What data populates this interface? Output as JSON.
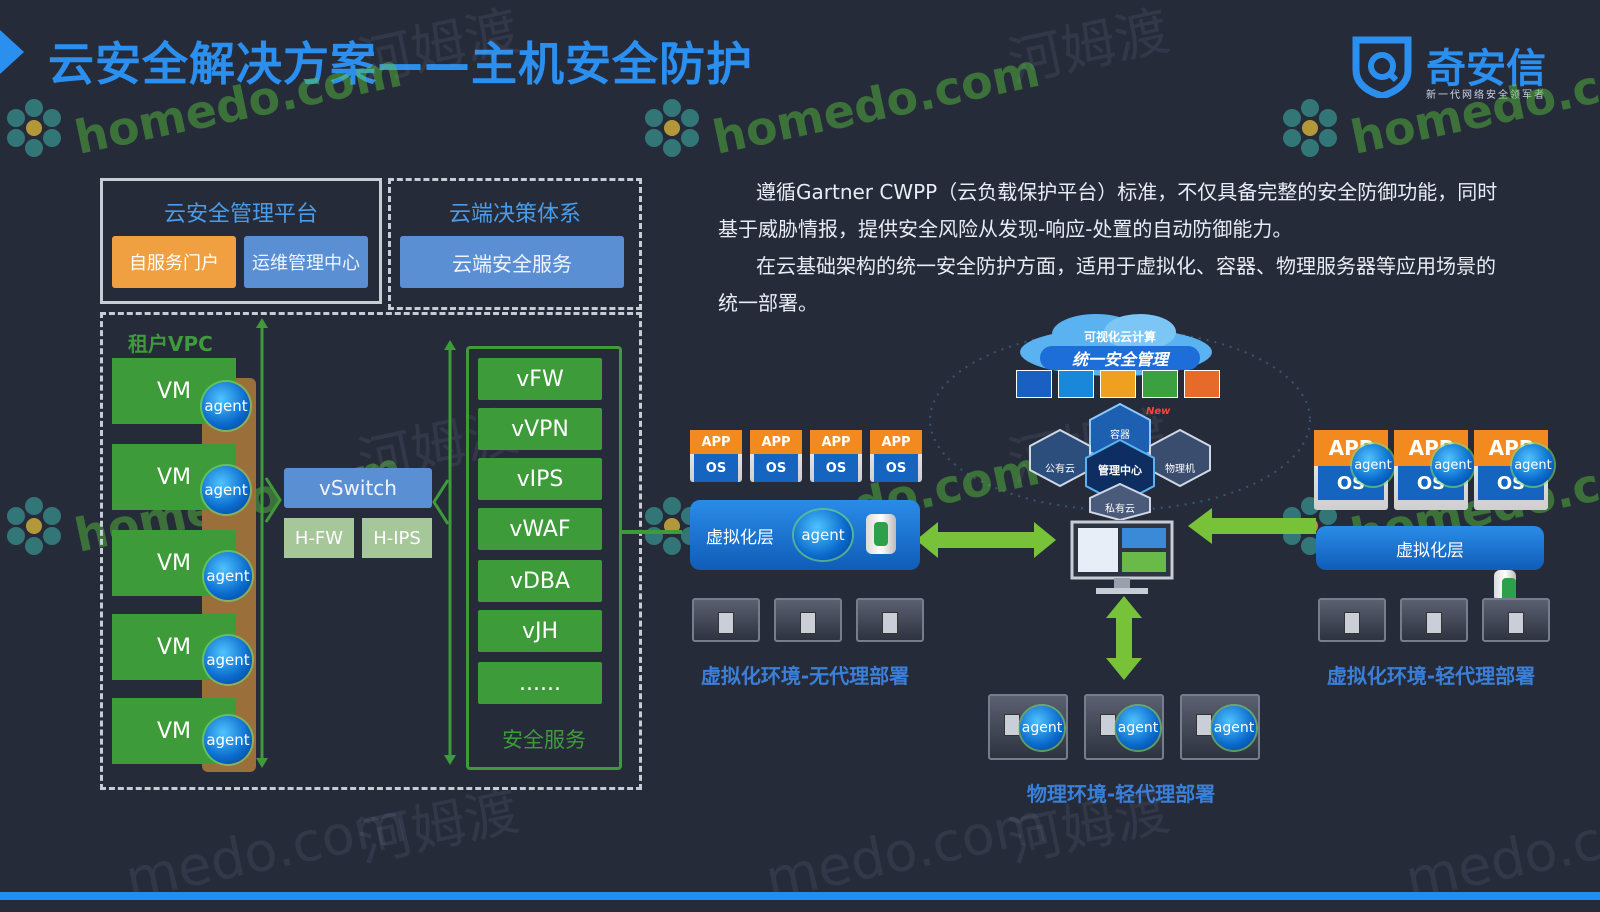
{
  "header": {
    "title": "云安全解决方案——主机安全防护",
    "logo_text": "奇安信",
    "logo_sub": "新一代网络安全领军者"
  },
  "watermarks": {
    "homedo": "homedo.com",
    "hemudu": "河姆渡",
    "partial_domain": "medo.com"
  },
  "platform": {
    "mgmt_title": "云安全管理平台",
    "btn_self_service": "自服务门户",
    "btn_ops_center": "运维管理中心",
    "decision_title": "云端决策体系",
    "btn_cloud_service": "云端安全服务"
  },
  "tenant": {
    "label": "租户VPC",
    "vms": [
      "VM",
      "VM",
      "VM",
      "VM",
      "VM"
    ],
    "agent_label": "agent",
    "vswitch": "vSwitch",
    "hfw": "H-FW",
    "hips": "H-IPS"
  },
  "services": {
    "items": [
      "vFW",
      "vVPN",
      "vIPS",
      "vWAF",
      "vDBA",
      "vJH",
      "......"
    ],
    "label": "安全服务"
  },
  "description": {
    "p1": "遵循Gartner CWPP（云负载保护平台）标准，不仅具备完整的安全防御功能，同时基于威胁情报，提供安全风险从发现-响应-处置的自动防御能力。",
    "p2": "在云基础架构的统一安全防护方面，适用于虚拟化、容器、物理服务器等应用场景的统一部署。"
  },
  "cloud": {
    "top_label": "可视化云计算",
    "main_label": "统一安全管理",
    "new_badge": "New",
    "hex_center": "管理中心",
    "hex_left": "公有云",
    "hex_right": "物理机",
    "hex_bottom": "私有云",
    "hex_top": "容器"
  },
  "deployment": {
    "app_label": "APP",
    "os_label": "OS",
    "virt_layer": "虚拟化层",
    "agent_label": "agent",
    "left_env": "虚拟化环境-无代理部署",
    "right_env": "虚拟化环境-轻代理部署",
    "bottom_env": "物理环境-轻代理部署"
  },
  "colors": {
    "background": "#262b3a",
    "title_blue": "#2b8ff0",
    "green": "#3e9b3a",
    "orange": "#f0a040",
    "arrow_green": "#78c23a"
  }
}
